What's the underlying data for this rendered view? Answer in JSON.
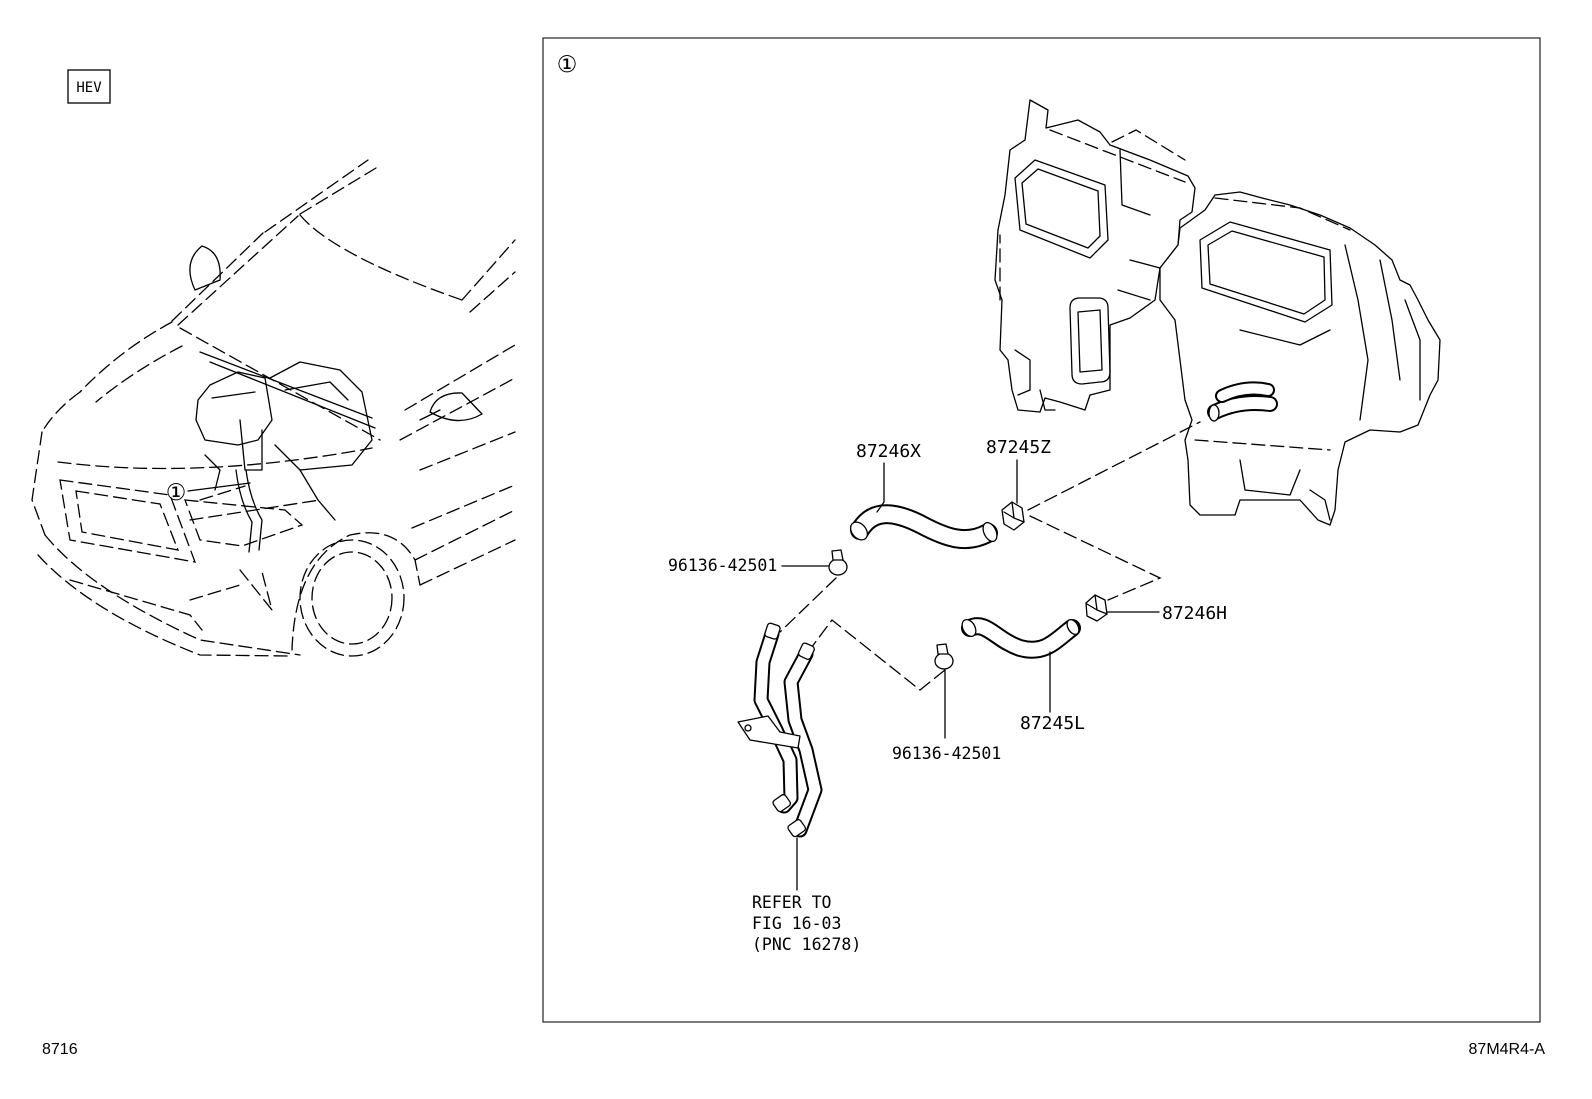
{
  "badge": {
    "label": "HEV"
  },
  "overview": {
    "callout": "①"
  },
  "detail": {
    "callout": "①",
    "parts": [
      {
        "number": "87246X"
      },
      {
        "number": "87245Z"
      },
      {
        "number": "96136-42501"
      },
      {
        "number": "87246H"
      },
      {
        "number": "87245L"
      },
      {
        "number": "96136-42501"
      }
    ],
    "note": {
      "lines": [
        "REFER TO",
        "FIG 16-03",
        "(PNC 16278)"
      ]
    }
  },
  "footer": {
    "figure_number": "8716",
    "illustration_code": "87M4R4-A"
  },
  "colors": {
    "line": "#000000",
    "background": "#ffffff"
  }
}
